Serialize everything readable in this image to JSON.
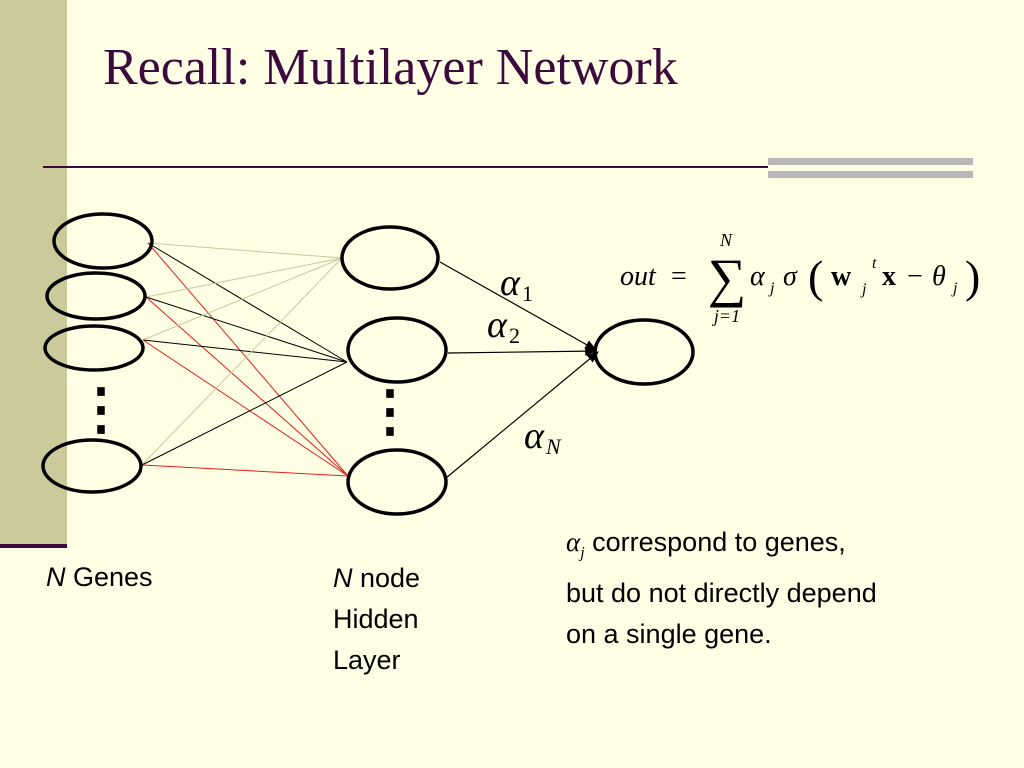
{
  "slide": {
    "title": "Recall:  Multilayer Network"
  },
  "diagram": {
    "weight_labels": {
      "w1": "1",
      "w2": "2",
      "wN": "N"
    },
    "alpha_symbol": "α",
    "ellipsis": "⋮",
    "formula": {
      "lhs": "out",
      "equals": "=",
      "sum_upper": "N",
      "sum_lower": "j=1",
      "sum_symbol": "∑",
      "alpha": "α",
      "alpha_sub": "j",
      "sigma": "σ",
      "lparen": "(",
      "w": "w",
      "w_sub": "j",
      "w_sup": "t",
      "x": "x",
      "minus": "−",
      "theta": "θ",
      "theta_sub": "j",
      "rparen": ")"
    }
  },
  "labels": {
    "genes_n": "N",
    "genes_text": " Genes",
    "hidden_n": "N",
    "hidden_text": " node",
    "hidden_line2": "Hidden",
    "hidden_line3": "Layer",
    "note_alpha": "α",
    "note_sub": "j",
    "note_line1": " correspond to genes,",
    "note_line2": "but do not directly depend",
    "note_line3": "on a single gene."
  },
  "colors": {
    "edge_tan": "#C8C8A0",
    "edge_black": "#000000",
    "edge_red": "#E0201C",
    "title": "#3C0A3C"
  }
}
